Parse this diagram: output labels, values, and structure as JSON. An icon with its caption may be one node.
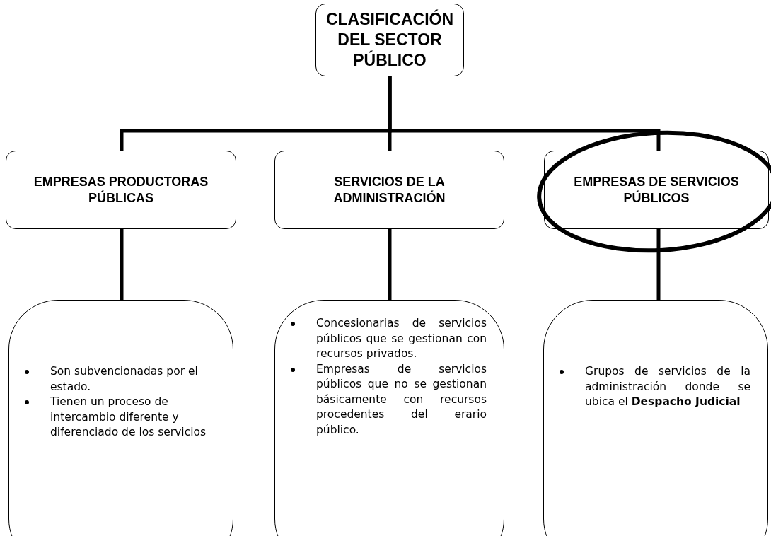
{
  "diagram": {
    "nodes": [
      {
        "text": [
          "CLASIFICACIÓN DEL SECTOR PÚBLICO"
        ]
      },
      {
        "text": [
          "EMPRESAS PRODUCTORAS PÚBLICAS"
        ]
      },
      {
        "text": [
          "SERVICIOS DE LA ADMINISTRACIÓN"
        ]
      },
      {
        "text": [
          "EMPRESAS DE SERVICIOS PÚBLICOS"
        ]
      },
      {
        "text": [
          "Son subvencionadas por el estado.",
          "Tienen un proceso de intercambio diferente y diferenciado de los servicios"
        ]
      },
      {
        "text": [
          "Concesionarias de servicios públicos que se gestionan con recursos privados.",
          "Empresas de servicios públicos que no se gestionan básicamente con recursos procedentes del erario público."
        ]
      },
      {
        "text": [
          "Grupos de servicios de la administración donde se ubica el **Despacho Judicial**"
        ]
      }
    ],
    "edges": [
      {
        "from": 0,
        "to": 1,
        "arrow": "none"
      },
      {
        "from": 0,
        "to": 2,
        "arrow": "none"
      },
      {
        "from": 0,
        "to": 3,
        "arrow": "none"
      },
      {
        "from": 1,
        "to": 4,
        "arrow": "none"
      },
      {
        "from": 2,
        "to": 5,
        "arrow": "none"
      },
      {
        "from": 3,
        "to": 6,
        "arrow": "none"
      }
    ]
  }
}
